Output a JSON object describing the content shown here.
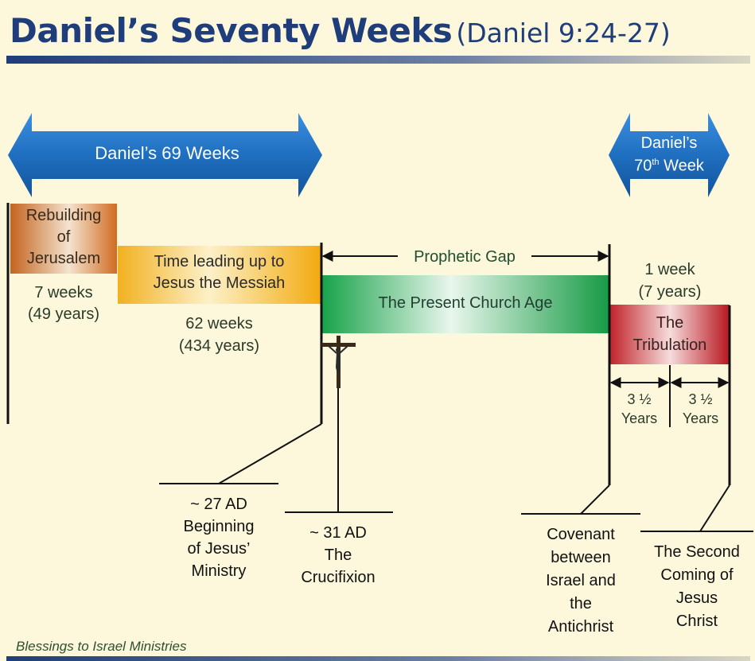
{
  "title": {
    "main": "Daniel’s Seventy Weeks",
    "reference": "(Daniel 9:24-27)"
  },
  "arrows": {
    "sixty_nine": "Daniel’s 69 Weeks",
    "seventieth_line1": "Daniel’s",
    "seventieth_num": "70",
    "seventieth_sup": "th",
    "seventieth_word": "Week"
  },
  "periods": {
    "rebuilding": {
      "line1": "Rebuilding",
      "line2": "of",
      "line3": "Jerusalem",
      "dur1": "7 weeks",
      "dur2": "(49 years)"
    },
    "messiah": {
      "line1": "Time leading up to",
      "line2": "Jesus the Messiah",
      "dur1": "62 weeks",
      "dur2": "(434 years)"
    },
    "church": {
      "label": "The Present Church Age",
      "gap": "Prophetic Gap"
    },
    "tribulation": {
      "line1": "The",
      "line2": "Tribulation",
      "dur1": "1 week",
      "dur2": "(7 years)",
      "half_a1": "3 ½",
      "half_a2": "Years",
      "half_b1": "3 ½",
      "half_b2": "Years"
    }
  },
  "events": {
    "ministry": {
      "line1": "~ 27 AD",
      "line2": "Beginning",
      "line3": "of Jesus’",
      "line4": "Ministry"
    },
    "crucifixion": {
      "line1": "~ 31 AD",
      "line2": "The",
      "line3": "Crucifixion"
    },
    "covenant": {
      "line1": "Covenant",
      "line2": "between",
      "line3": "Israel and",
      "line4": "the",
      "line5": "Antichrist"
    },
    "second_coming": {
      "line1": "The Second",
      "line2": "Coming of",
      "line3": "Jesus",
      "line4": "Christ"
    }
  },
  "footer": "Blessings to Israel Ministries",
  "colors": {
    "title": "#1f3d7a",
    "arrow": "#1f6fc0",
    "rebuilding": "#d9823a",
    "messiah": "#f3b51b",
    "church": "#1fa84f",
    "tribulation": "#c8272e",
    "background": "#fdf8dc"
  }
}
